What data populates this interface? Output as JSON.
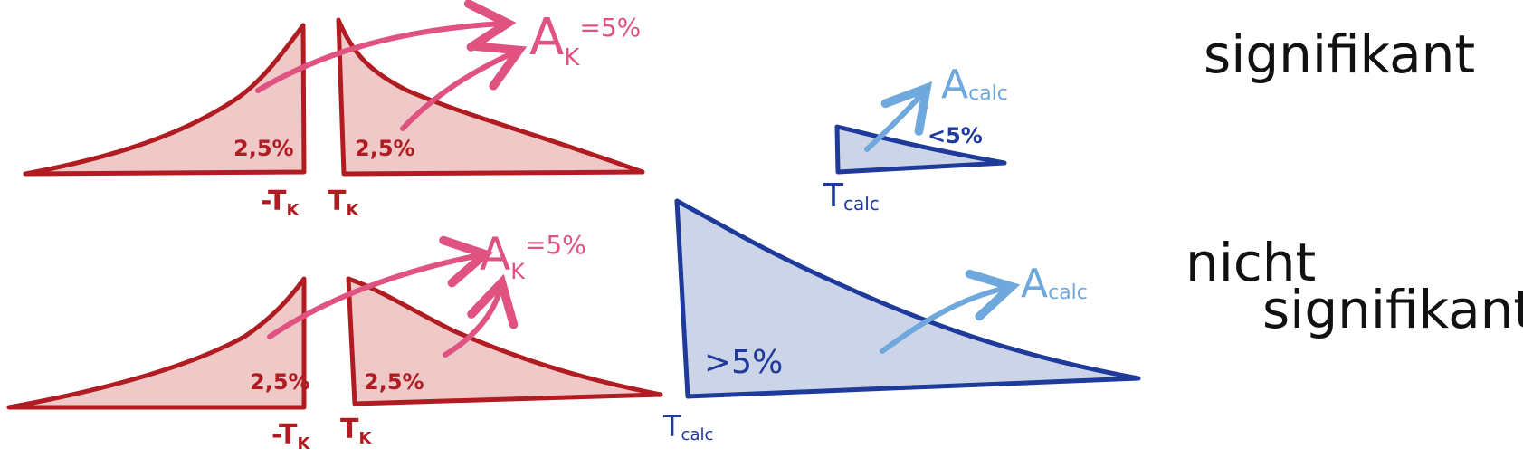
{
  "colors": {
    "red_stroke": "#b01c22",
    "red_fill": "#efc8c8",
    "pink_arrow": "#e0527f",
    "navy_stroke": "#1e3a9a",
    "navy_fill": "#ccd4e8",
    "light_blue_arrow": "#6fa8dc",
    "black_text": "#111111"
  },
  "top_row": {
    "left_tail_pct": "2,5%",
    "right_tail_pct": "2,5%",
    "neg_tk": "-T",
    "neg_tk_sub": "K",
    "tk": "T",
    "tk_sub": "K",
    "ak_main": "A",
    "ak_sub": "K",
    "ak_value": "=5%",
    "calc_pct": "<5%",
    "acalc_main": "A",
    "acalc_sub": "calc",
    "tcalc_main": "T",
    "tcalc_sub": "calc",
    "verdict": "signifikant"
  },
  "bottom_row": {
    "left_tail_pct": "2,5%",
    "right_tail_pct": "2,5%",
    "neg_tk": "-T",
    "neg_tk_sub": "K",
    "tk": "T",
    "tk_sub": "K",
    "ak_main": "A",
    "ak_sub": "K",
    "ak_value": "=5%",
    "calc_pct": ">5%",
    "acalc_main": "A",
    "acalc_sub": "calc",
    "tcalc_main": "T",
    "tcalc_sub": "calc",
    "verdict_line1": "nicht",
    "verdict_line2": "signifikant"
  }
}
